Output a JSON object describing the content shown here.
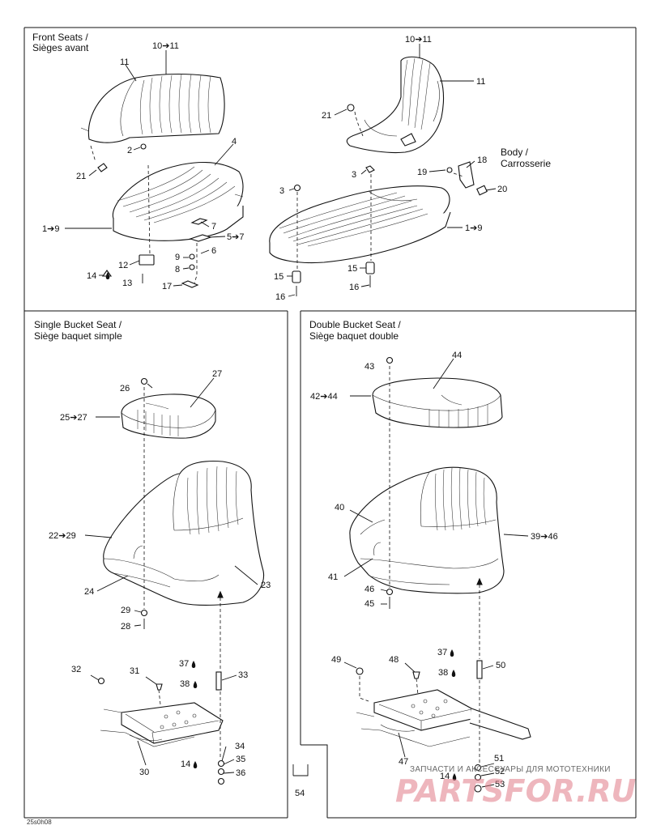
{
  "sections": {
    "front": {
      "title_en": "Front Seats /",
      "title_fr": "Sièges avant"
    },
    "single": {
      "title_en": "Single Bucket Seat /",
      "title_fr": "Siège baquet simple"
    },
    "double": {
      "title_en": "Double Bucket Seat /",
      "title_fr": "Siège baquet double"
    }
  },
  "body_label": {
    "en": "Body /",
    "fr": "Carrosserie"
  },
  "callouts": {
    "c1011a": "10➔11",
    "c11a": "11",
    "c2": "2",
    "c4": "4",
    "c21a": "21",
    "c19a": "1➔9",
    "c7": "7",
    "c57": "5➔7",
    "c6": "6",
    "c9": "9",
    "c8": "8",
    "c12": "12",
    "c14a": "14",
    "c13": "13",
    "c17": "17",
    "c1011b": "10➔11",
    "c11b": "11",
    "c21b": "21",
    "c18": "18",
    "c19": "19",
    "c20": "20",
    "c3a": "3",
    "c3b": "3",
    "c19b": "1➔9",
    "c15a": "15",
    "c15b": "15",
    "c16a": "16",
    "c16b": "16",
    "c26": "26",
    "c27": "27",
    "c2527": "25➔27",
    "c2229": "22➔29",
    "c24": "24",
    "c23": "23",
    "c29": "29",
    "c28": "28",
    "c37a": "37",
    "c38a": "38",
    "c33": "33",
    "c32": "32",
    "c31": "31",
    "c34": "34",
    "c35": "35",
    "c14b": "14",
    "c36": "36",
    "c30": "30",
    "c43": "43",
    "c44": "44",
    "c4244": "42➔44",
    "c40": "40",
    "c3946": "39➔46",
    "c41": "41",
    "c46": "46",
    "c45": "45",
    "c49": "49",
    "c48": "48",
    "c37b": "37",
    "c38b": "38",
    "c50": "50",
    "c47": "47",
    "c51": "51",
    "c52": "52",
    "c14c": "14",
    "c53": "53",
    "c54": "54"
  },
  "drawing_code": "25s0h08",
  "watermark": {
    "text": "ЗАПЧАСТИ И АКСЕССУАРЫ ДЛЯ МОТОТЕХНИКИ",
    "logo": "PARTSFOR.RU"
  }
}
